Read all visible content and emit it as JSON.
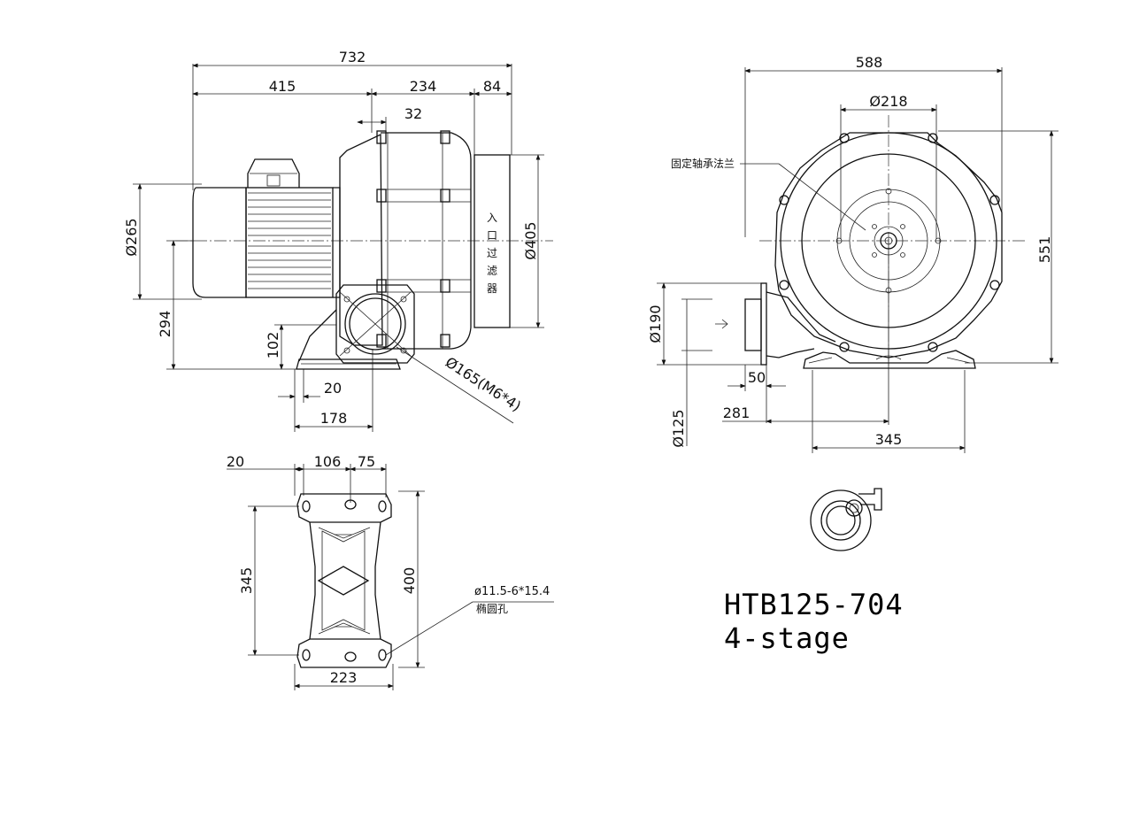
{
  "model": {
    "name": "HTB125-704",
    "stage": "4-stage"
  },
  "side_view": {
    "dims": {
      "overall_length": "732",
      "motor_length": "415",
      "blower_length": "234",
      "filter_length": "84",
      "offset": "32",
      "motor_dia": "Ø265",
      "shaft_height": "294",
      "outlet_height": "102",
      "foot_offset": "20",
      "foot_span": "178",
      "filter_dia": "Ø405",
      "flange": "Ø165(M6*4)"
    },
    "filter_label_chars": [
      "入",
      "口",
      "过",
      "滤",
      "器"
    ]
  },
  "front_view": {
    "dims": {
      "width": "588",
      "flange_dia": "Ø218",
      "height": "551",
      "outlet_dia": "Ø190",
      "outlet_flange": "50",
      "outlet_offset": "281",
      "pipe_dia": "Ø125",
      "base_width": "345"
    },
    "note": "固定轴承法兰"
  },
  "base_view": {
    "dims": {
      "edge": "20",
      "spacing_a": "106",
      "spacing_b": "75",
      "length_inner": "345",
      "length_outer": "400",
      "width": "223"
    },
    "hole_note": "ø11.5-6*15.4",
    "hole_note_cn": "椭圆孔"
  },
  "colors": {
    "line": "#111111",
    "mesh": "#7a7a7a"
  }
}
